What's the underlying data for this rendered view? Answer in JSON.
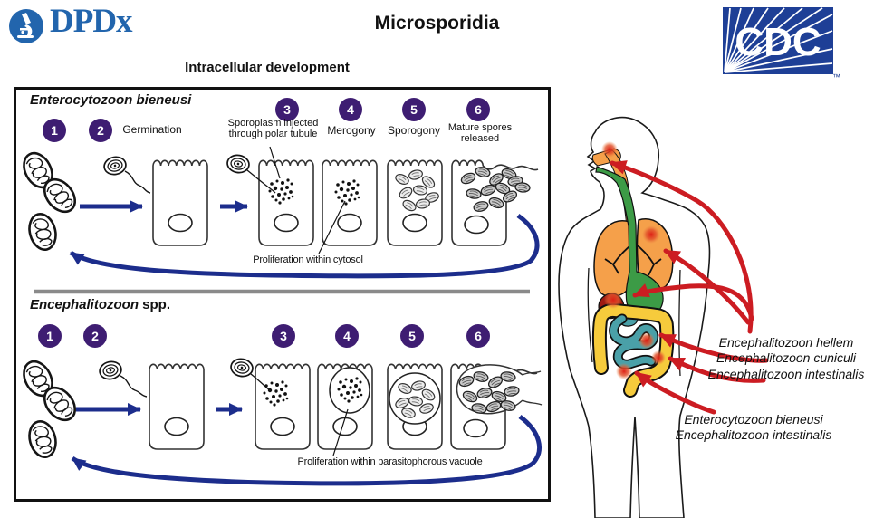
{
  "header": {
    "dpdx_text": "DPDx",
    "title": "Microsporidia",
    "cdc_text": "CDC",
    "cdc_tm": "™",
    "subtitle": "Intracellular development"
  },
  "lifecycle": {
    "top": {
      "species": "Enterocytozoon bieneusi",
      "steps": [
        {
          "n": "1"
        },
        {
          "n": "2",
          "label": "Germination"
        },
        {
          "n": "3",
          "label": "Sporoplasm injected through polar tubule"
        },
        {
          "n": "4",
          "label": "Merogony"
        },
        {
          "n": "5",
          "label": "Sporogony"
        },
        {
          "n": "6",
          "label": "Mature spores released"
        }
      ],
      "proliferation_label": "Proliferation within cytosol"
    },
    "bottom": {
      "species_italic": "Encephalitozoon",
      "species_suffix": " spp.",
      "steps": [
        {
          "n": "1"
        },
        {
          "n": "2"
        },
        {
          "n": "3"
        },
        {
          "n": "4"
        },
        {
          "n": "5"
        },
        {
          "n": "6"
        }
      ],
      "proliferation_label": "Proliferation within parasitophorous vacuole"
    }
  },
  "infection_sites": {
    "disseminated_species": [
      "Encephalitozoon hellem",
      "Encephalitozoon cuniculi",
      "Encephalitozoon intestinalis"
    ],
    "intestinal_species": [
      "Enterocytozoon bieneusi",
      "Encephalitozoon intestinalis"
    ]
  },
  "colors": {
    "step_circle_purple": "#3e1d72",
    "flow_arrow_blue": "#1c2d8c",
    "infection_arrow_red": "#cc1c22",
    "dpdx_blue": "#2265ad",
    "cdc_blue": "#1e3f96",
    "lung_orange": "#f5a04a",
    "gi_green": "#3c9b46",
    "colon_yellow": "#f6cb3c",
    "intestine_teal": "#4aa0a8",
    "organ_dark_red": "#9e1b13",
    "divider_gray": "#8a8a8a"
  }
}
